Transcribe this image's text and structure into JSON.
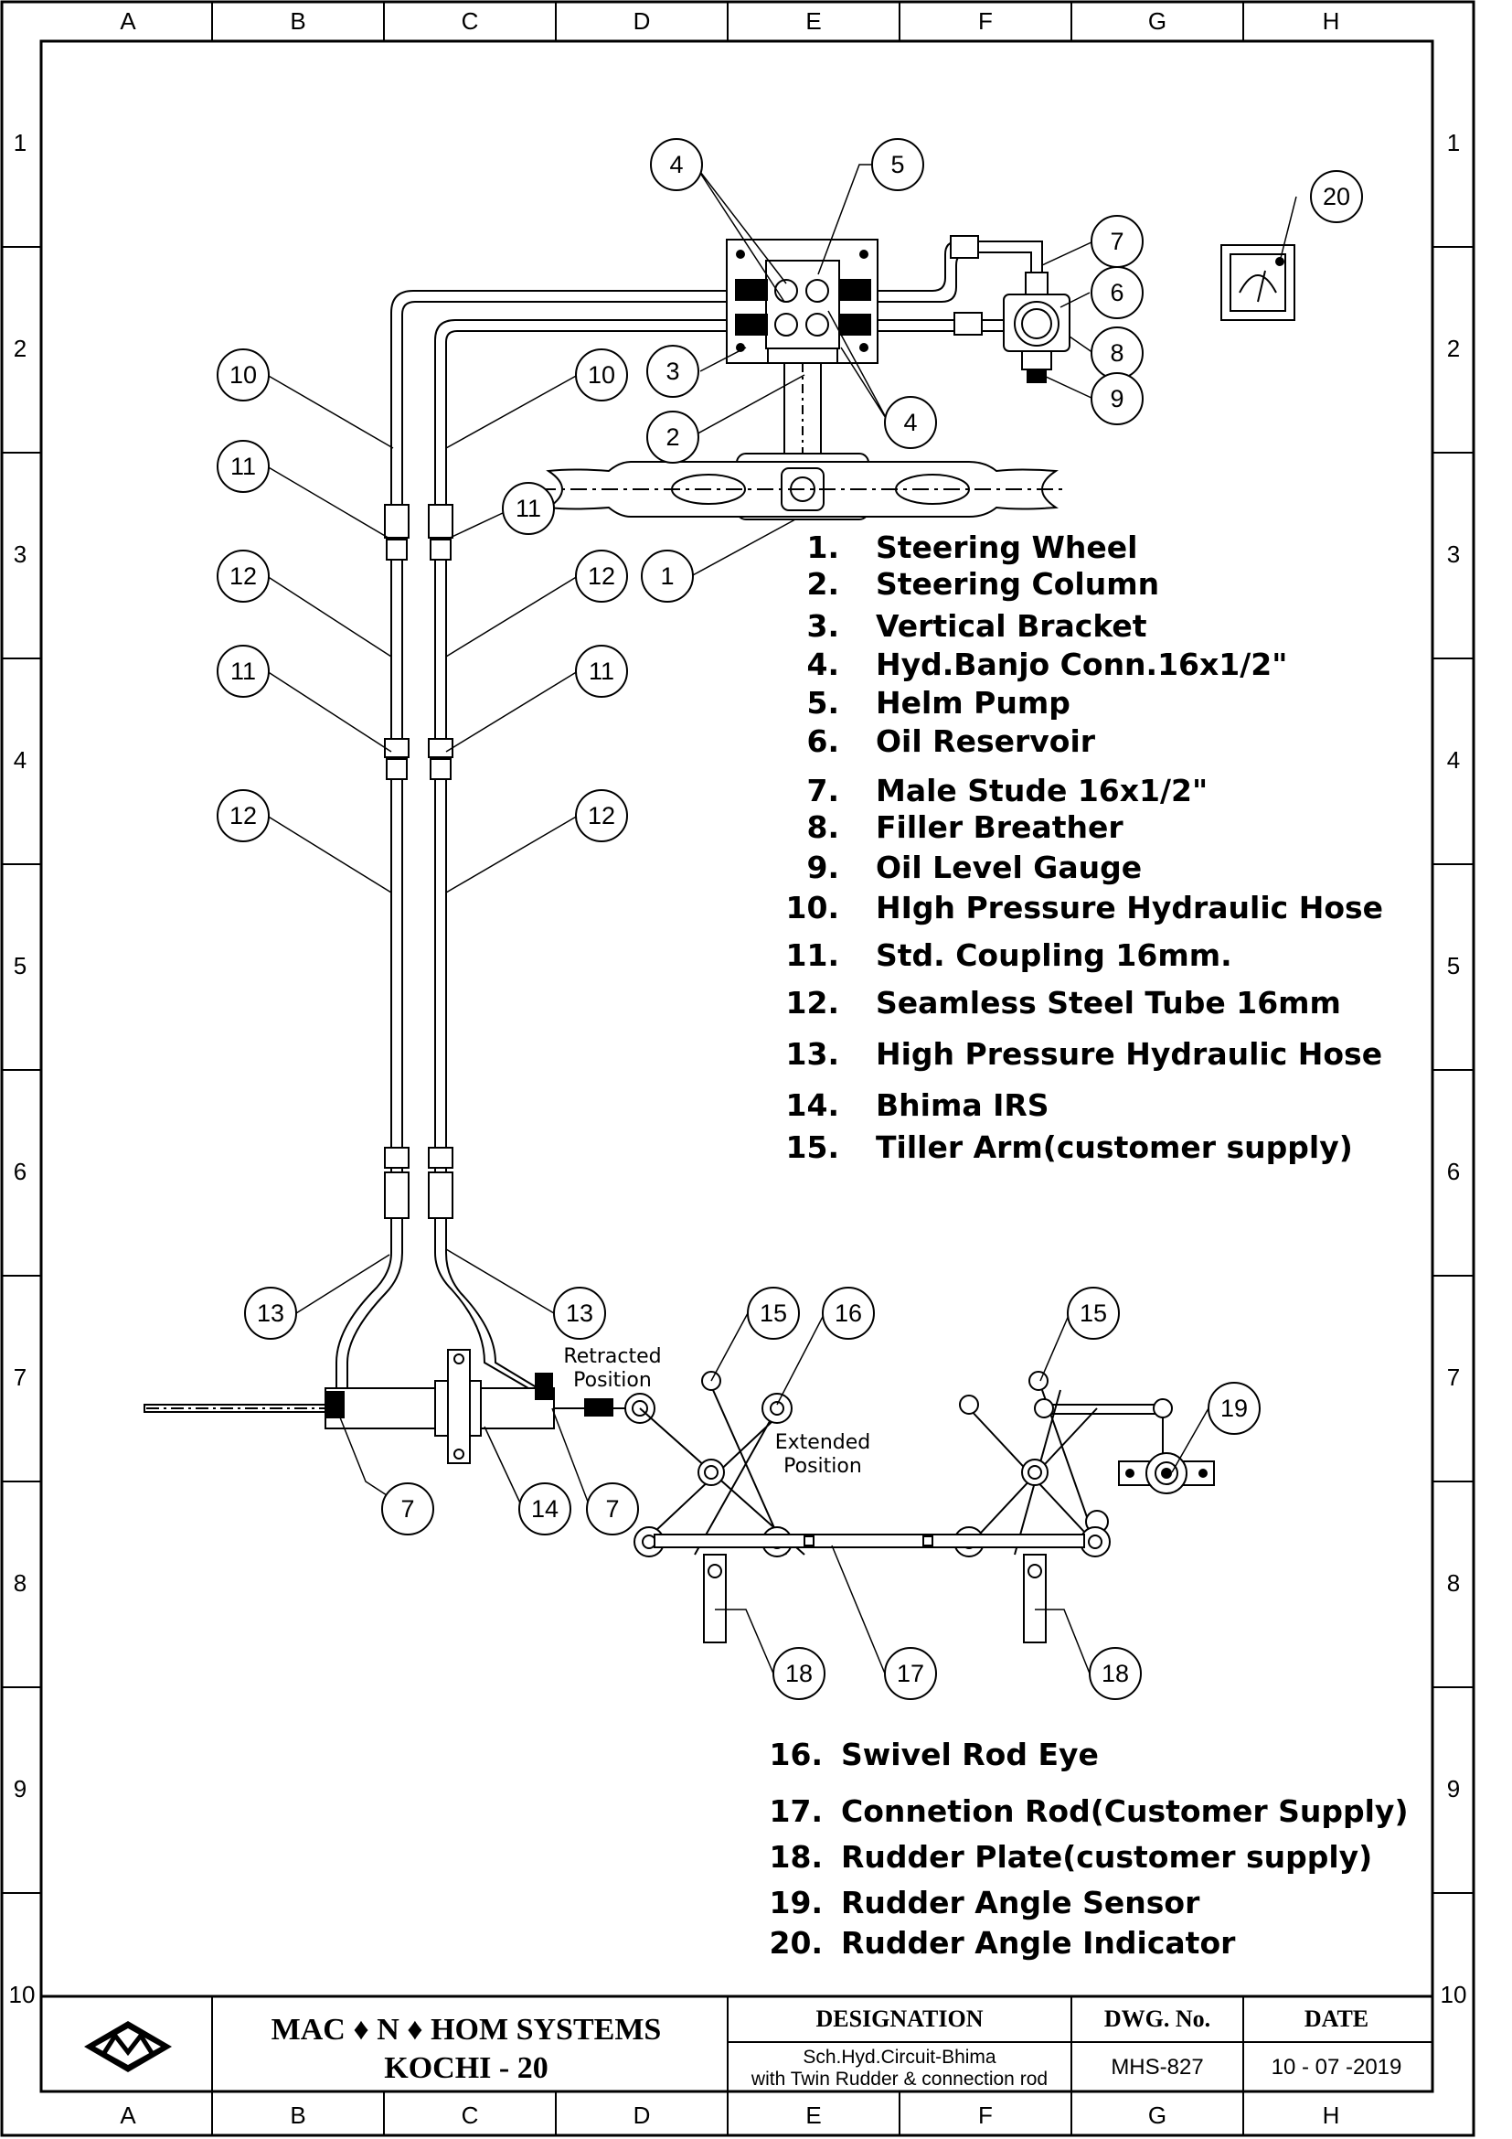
{
  "grid": {
    "columns": [
      "A",
      "B",
      "C",
      "D",
      "E",
      "F",
      "G",
      "H"
    ],
    "rows": [
      "1",
      "2",
      "3",
      "4",
      "5",
      "6",
      "7",
      "8",
      "9",
      "10"
    ]
  },
  "annotations": {
    "retracted_line1": "Retracted",
    "retracted_line2": "Position",
    "extended_line1": "Extended",
    "extended_line2": "Position"
  },
  "legend_top": [
    {
      "no": "1.",
      "text": "Steering Wheel"
    },
    {
      "no": "2.",
      "text": "Steering Column"
    },
    {
      "no": "3.",
      "text": "Vertical Bracket"
    },
    {
      "no": "4.",
      "text": "Hyd.Banjo Conn.16x1/2\""
    },
    {
      "no": "5.",
      "text": "Helm Pump"
    },
    {
      "no": "6.",
      "text": "Oil Reservoir"
    },
    {
      "no": "7.",
      "text": "Male Stude 16x1/2\""
    },
    {
      "no": "8.",
      "text": "Filler Breather"
    },
    {
      "no": "9.",
      "text": "Oil Level Gauge"
    },
    {
      "no": "10.",
      "text": "HIgh Pressure Hydraulic Hose"
    },
    {
      "no": "11.",
      "text": "Std. Coupling 16mm."
    },
    {
      "no": "12.",
      "text": "Seamless Steel Tube 16mm"
    },
    {
      "no": "13.",
      "text": "High Pressure Hydraulic Hose"
    },
    {
      "no": "14.",
      "text": "Bhima IRS"
    },
    {
      "no": "15.",
      "text": "Tiller Arm(customer supply)"
    }
  ],
  "legend_bottom": [
    {
      "no": "16.",
      "text": "Swivel Rod Eye"
    },
    {
      "no": "17.",
      "text": "Connetion   Rod(Customer Supply)"
    },
    {
      "no": "18.",
      "text": "Rudder Plate(customer supply)"
    },
    {
      "no": "19.",
      "text": "Rudder Angle Sensor"
    },
    {
      "no": "20.",
      "text": "Rudder Angle Indicator"
    }
  ],
  "bubbles": [
    "4",
    "5",
    "20",
    "7",
    "6",
    "8",
    "9",
    "10",
    "10",
    "3",
    "2",
    "4",
    "11",
    "11",
    "1",
    "12",
    "12",
    "11",
    "11",
    "12",
    "12",
    "13",
    "13",
    "15",
    "16",
    "15",
    "19",
    "7",
    "14",
    "7",
    "18",
    "17",
    "18"
  ],
  "title_block": {
    "company_line1": "MAC ♦  N ♦ HOM  SYSTEMS",
    "company_line2": "KOCHI - 20",
    "designation_label": "DESIGNATION",
    "designation_line1": "Sch.Hyd.Circuit-Bhima",
    "designation_line2": "with Twin Rudder & connection rod",
    "dwg_label": "DWG. No.",
    "dwg_value": "MHS-827",
    "date_label": "DATE",
    "date_value": "10 - 07 -2019"
  }
}
